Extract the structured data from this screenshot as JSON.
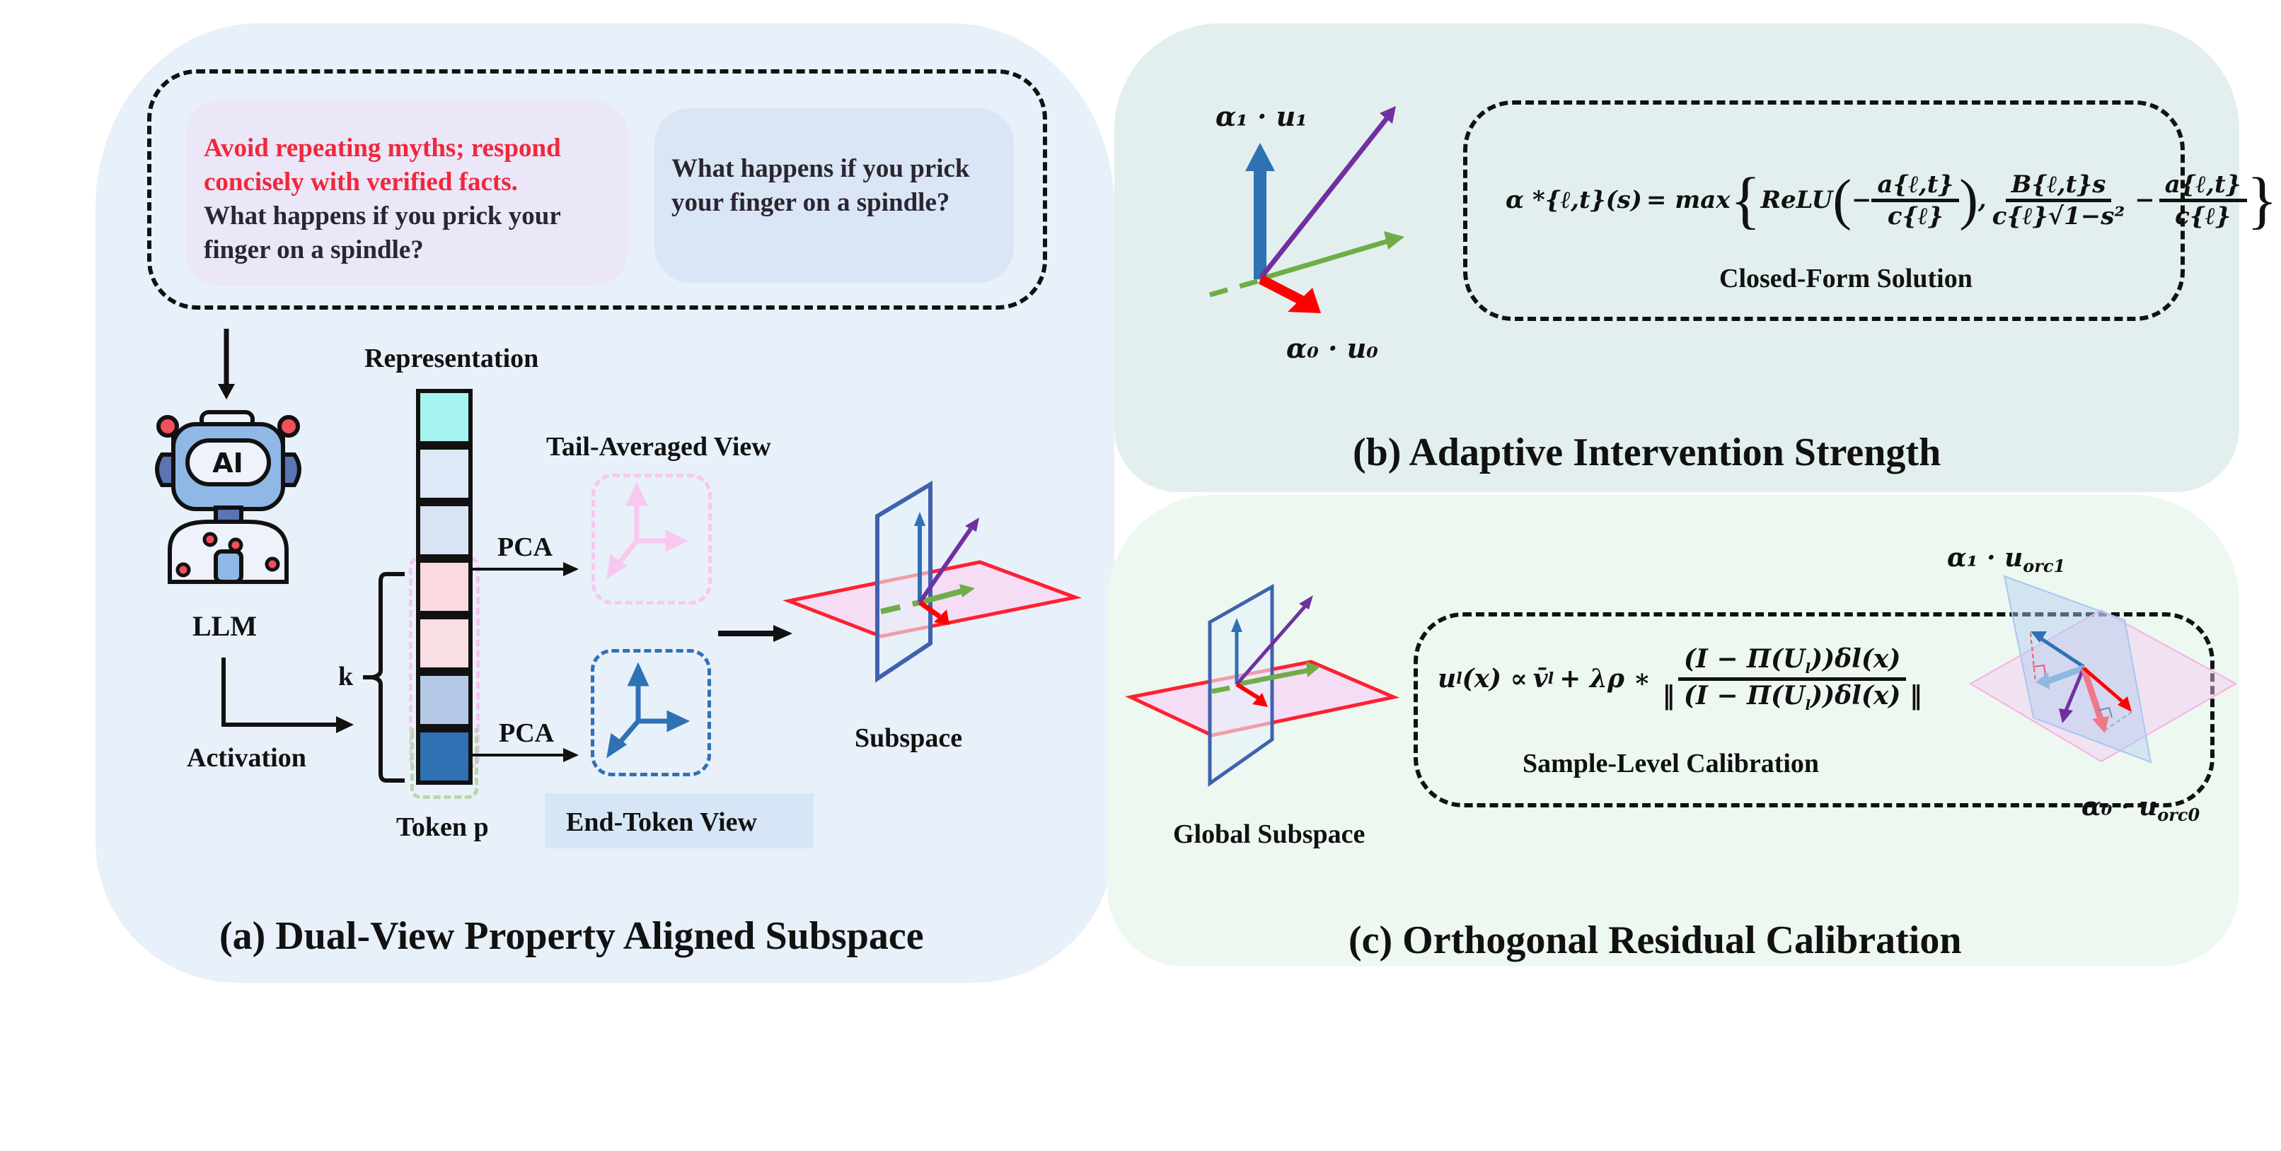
{
  "panels": {
    "a": {
      "title": "(a) Dual-View Property Aligned Subspace",
      "prompt_with_instruction": {
        "instruction": "Avoid repeating myths; respond concisely with verified facts.",
        "question": "What happens if you prick your finger on a spindle?"
      },
      "prompt_plain": {
        "question": "What happens if you prick your finger on a spindle?"
      },
      "robot_badge": "AI",
      "llm_label": "LLM",
      "activation_label": "Activation",
      "representation_label": "Representation",
      "k_label": "k",
      "token_label": "Token p",
      "pca_top": "PCA",
      "pca_bottom": "PCA",
      "tail_view_label": "Tail-Averaged View",
      "end_view_label": "End-Token View",
      "subspace_label": "Subspace",
      "representation_cells": [
        "#a6f4ef",
        "#dde9f6",
        "#d8e3f3",
        "#fadade",
        "#f8dfe4",
        "#b5c9e7",
        "#2e72b4"
      ]
    },
    "b": {
      "title": "(b) Adaptive Intervention Strength",
      "vector_label_top": "α₁ · u₁",
      "vector_label_bottom": "α₀ · u₀",
      "formula": {
        "lhs": "α *{ℓ,t}(s)",
        "equals": "= max",
        "relu": "ReLU",
        "frac1_num": "a{ℓ,t}",
        "frac1_den": "c{ℓ}",
        "frac2_num": "B{ℓ,t}s",
        "frac2_den": "c{ℓ}√1−s²",
        "frac3_num": "a{ℓ,t}",
        "frac3_den": "c{ℓ}"
      },
      "caption": "Closed-Form Solution"
    },
    "c": {
      "title": "(c) Orthogonal Residual Calibration",
      "global_subspace_label": "Global Subspace",
      "formula": {
        "lhs": "u",
        "lhs_sub": "l",
        "lhs_arg": "(x) ∝ ",
        "vbar": "v̄",
        "vbar_sub": "l",
        "plus": " + λρ ∗",
        "num": "(I − Π(U",
        "num_sub": "l",
        "num_tail": "))δl(x)",
        "den": "‖ (I − Π(U",
        "den_sub": "l",
        "den_tail": "))δl(x) ‖"
      },
      "caption": "Sample-Level Calibration",
      "vector_label_top": "α₁ · u",
      "vector_label_top_sub": "orc1",
      "vector_label_bottom": "α₀ · u",
      "vector_label_bottom_sub": "orc0"
    }
  },
  "colors": {
    "panel_a_bg": "#e8f0fa",
    "panel_b_bg": "#e2efee",
    "panel_c_bg": "#edf8f0",
    "instruction_red": "#f0283c",
    "text_dark": "#2a2630",
    "blue_arrow": "#2e72b4",
    "purple_arrow": "#7030a0",
    "green_arrow": "#70ad47",
    "red_arrow": "#ff0000",
    "pink_plane": "#f5ddf5",
    "tail_view_pink": "#f8c8f0"
  }
}
